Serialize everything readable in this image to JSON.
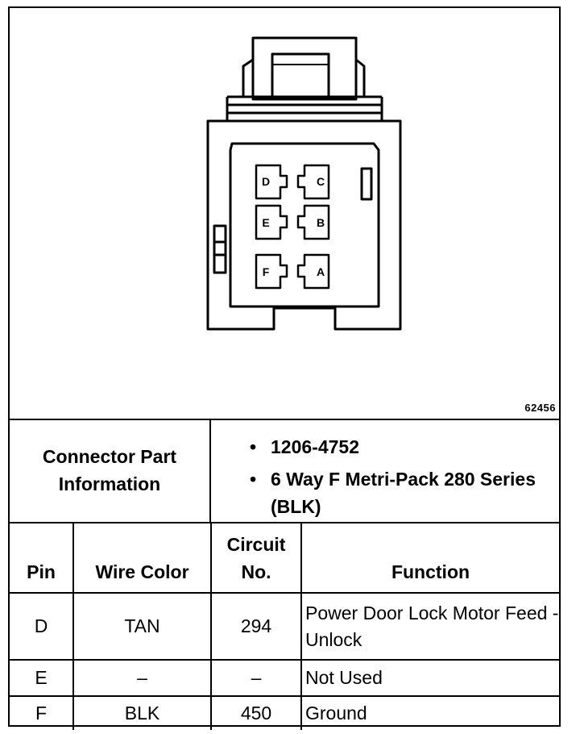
{
  "figure_id": "62456",
  "connector_diagram": {
    "pin_labels": [
      "D",
      "C",
      "E",
      "B",
      "F",
      "A"
    ]
  },
  "connector_info": {
    "label_line1": "Connector Part",
    "label_line2": "Information",
    "bullet": "•",
    "items": [
      "1206-4752",
      "6 Way F Metri-Pack 280 Series (BLK)"
    ]
  },
  "table": {
    "headers": {
      "pin": "Pin",
      "wire_color": "Wire Color",
      "circuit_line1": "Circuit",
      "circuit_line2": "No.",
      "function": "Function"
    },
    "rows": [
      {
        "pin": "D",
        "wire_color": "TAN",
        "circuit": "294",
        "function": "Power Door Lock Motor Feed - Unlock"
      },
      {
        "pin": "E",
        "wire_color": "–",
        "circuit": "–",
        "function": "Not Used"
      },
      {
        "pin": "F",
        "wire_color": "BLK",
        "circuit": "450",
        "function": "Ground"
      }
    ]
  }
}
